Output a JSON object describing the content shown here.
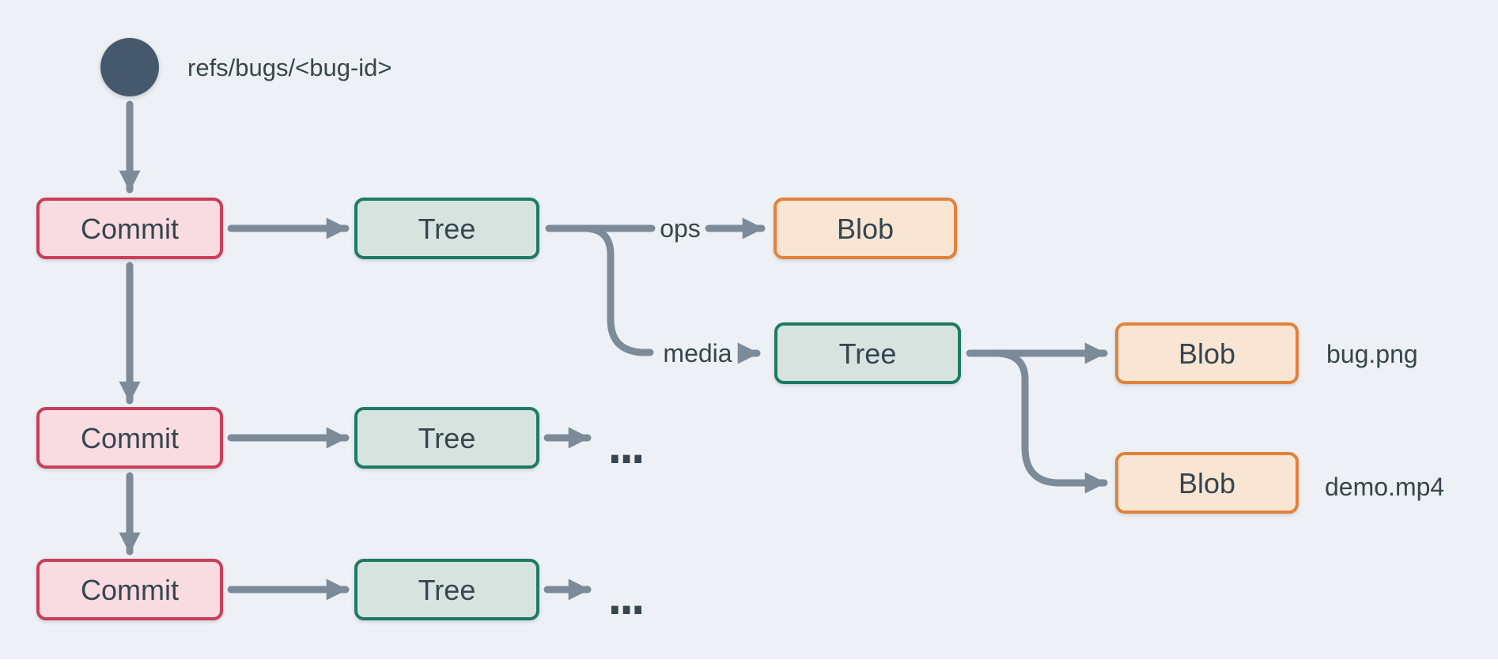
{
  "ref": {
    "label": "refs/bugs/<bug-id>"
  },
  "labels": {
    "commit": "Commit",
    "tree": "Tree",
    "blob": "Blob",
    "ops": "ops",
    "media": "media",
    "bug_file": "bug.png",
    "demo_file": "demo.mp4",
    "ellipsis": "..."
  },
  "colors": {
    "background": "#edf1f5",
    "footer_strip": "#ffffff",
    "ref_circle": "#46586b",
    "arrow": "#7b8b99",
    "text": "#36454f",
    "commit_fill": "#f8dce1",
    "commit_border": "#cb3e57",
    "tree_fill": "#d6e3de",
    "tree_border": "#1f7a63",
    "blob_fill": "#f9e5d3",
    "blob_border": "#e2823c"
  }
}
